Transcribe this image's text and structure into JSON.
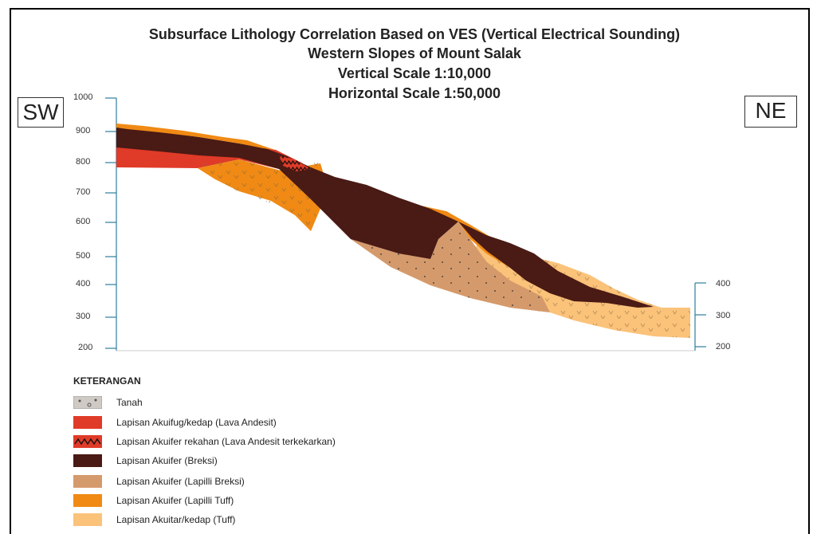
{
  "figure": {
    "title_lines": [
      "Subsurface Lithology Correlation Based on VES (Vertical Electrical Sounding)",
      "Western Slopes  of Mount  Salak",
      "Vertical Scale 1:10,000",
      "Horizontal Scale 1:50,000"
    ],
    "direction_left": "SW",
    "direction_right": "NE",
    "left_axis_ticks": [
      "1000",
      "900",
      "800",
      "700",
      "600",
      "500",
      "400",
      "300",
      "200"
    ],
    "right_axis_ticks": [
      "400",
      "300",
      "200"
    ]
  },
  "legend": {
    "title": "KETERANGAN",
    "items": [
      {
        "label": "Tanah",
        "color": "#cfcac4",
        "icon": "soil-pattern"
      },
      {
        "label": "Lapisan Akuifug/kedap (Lava Andesit)",
        "color": "#e03a28",
        "icon": "solid"
      },
      {
        "label": "Lapisan Akuifer rekahan (Lava Andesit terkekarkan)",
        "color": "#e03a28",
        "icon": "zigzag-pattern"
      },
      {
        "label": "Lapisan Akuifer (Breksi)",
        "color": "#4a1a14",
        "icon": "solid"
      },
      {
        "label": "Lapisan Akuifer (Lapilli Breksi)",
        "color": "#d59a6b",
        "icon": "solid"
      },
      {
        "label": "Lapisan Akuifer (Lapilli Tuff)",
        "color": "#f08a14",
        "icon": "solid"
      },
      {
        "label": "Lapisan Akuitar/kedap (Tuff)",
        "color": "#fbc27a",
        "icon": "solid"
      }
    ]
  }
}
